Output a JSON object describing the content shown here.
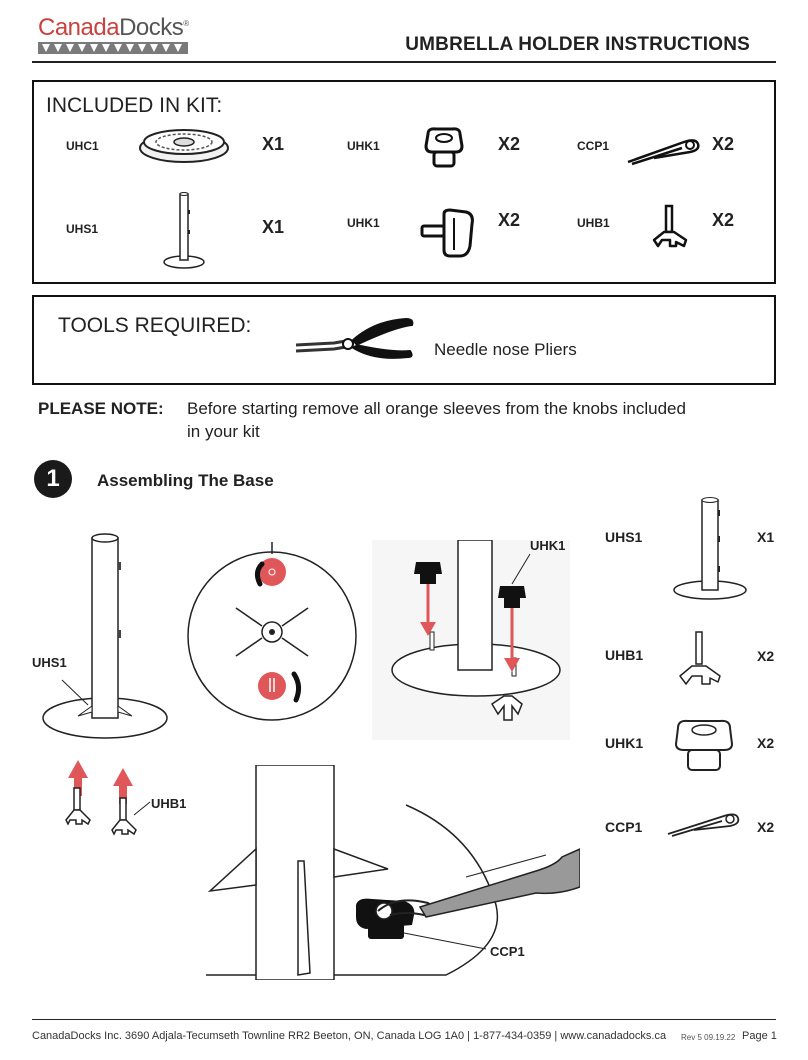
{
  "brand": {
    "name_part1": "Canada",
    "name_part2": "Docks",
    "trademark": "®"
  },
  "title": "UMBRELLA HOLDER INSTRUCTIONS",
  "kit": {
    "heading": "INCLUDED IN KIT:",
    "items": [
      {
        "code": "UHC1",
        "qty": "X1",
        "icon": "cap-disc-icon"
      },
      {
        "code": "UHK1",
        "qty": "X2",
        "icon": "knob-icon"
      },
      {
        "code": "CCP1",
        "qty": "X2",
        "icon": "cotter-pin-icon"
      },
      {
        "code": "UHS1",
        "qty": "X1",
        "icon": "stand-post-icon"
      },
      {
        "code": "UHK1",
        "qty": "X2",
        "icon": "knob-side-icon"
      },
      {
        "code": "UHB1",
        "qty": "X2",
        "icon": "bolt-icon"
      }
    ]
  },
  "tools": {
    "heading": "TOOLS REQUIRED:",
    "tool_name": "Needle nose Pliers"
  },
  "note": {
    "lead": "PLEASE NOTE:",
    "line1": "Before starting remove all orange sleeves from the knobs included",
    "line2": "in your kit"
  },
  "step1": {
    "number": "1",
    "title": "Assembling The Base",
    "labels": {
      "uhs1": "UHS1",
      "uhb1": "UHB1",
      "uhk1": "UHK1",
      "ccp1": "CCP1"
    }
  },
  "parts_list": [
    {
      "code": "UHS1",
      "qty": "X1"
    },
    {
      "code": "UHB1",
      "qty": "X2"
    },
    {
      "code": "UHK1",
      "qty": "X2"
    },
    {
      "code": "CCP1",
      "qty": "X2"
    }
  ],
  "footer": {
    "address": "CanadaDocks Inc. 3690 Adjala-Tecumseth Townline RR2 Beeton, ON, Canada LOG 1A0  |  1-877-434-0359  |  www.canadadocks.ca",
    "rev": "Rev 5   09.19.22",
    "page": "Page 1"
  },
  "colors": {
    "accent_red": "#e0575a",
    "logo_red": "#c9423f"
  }
}
